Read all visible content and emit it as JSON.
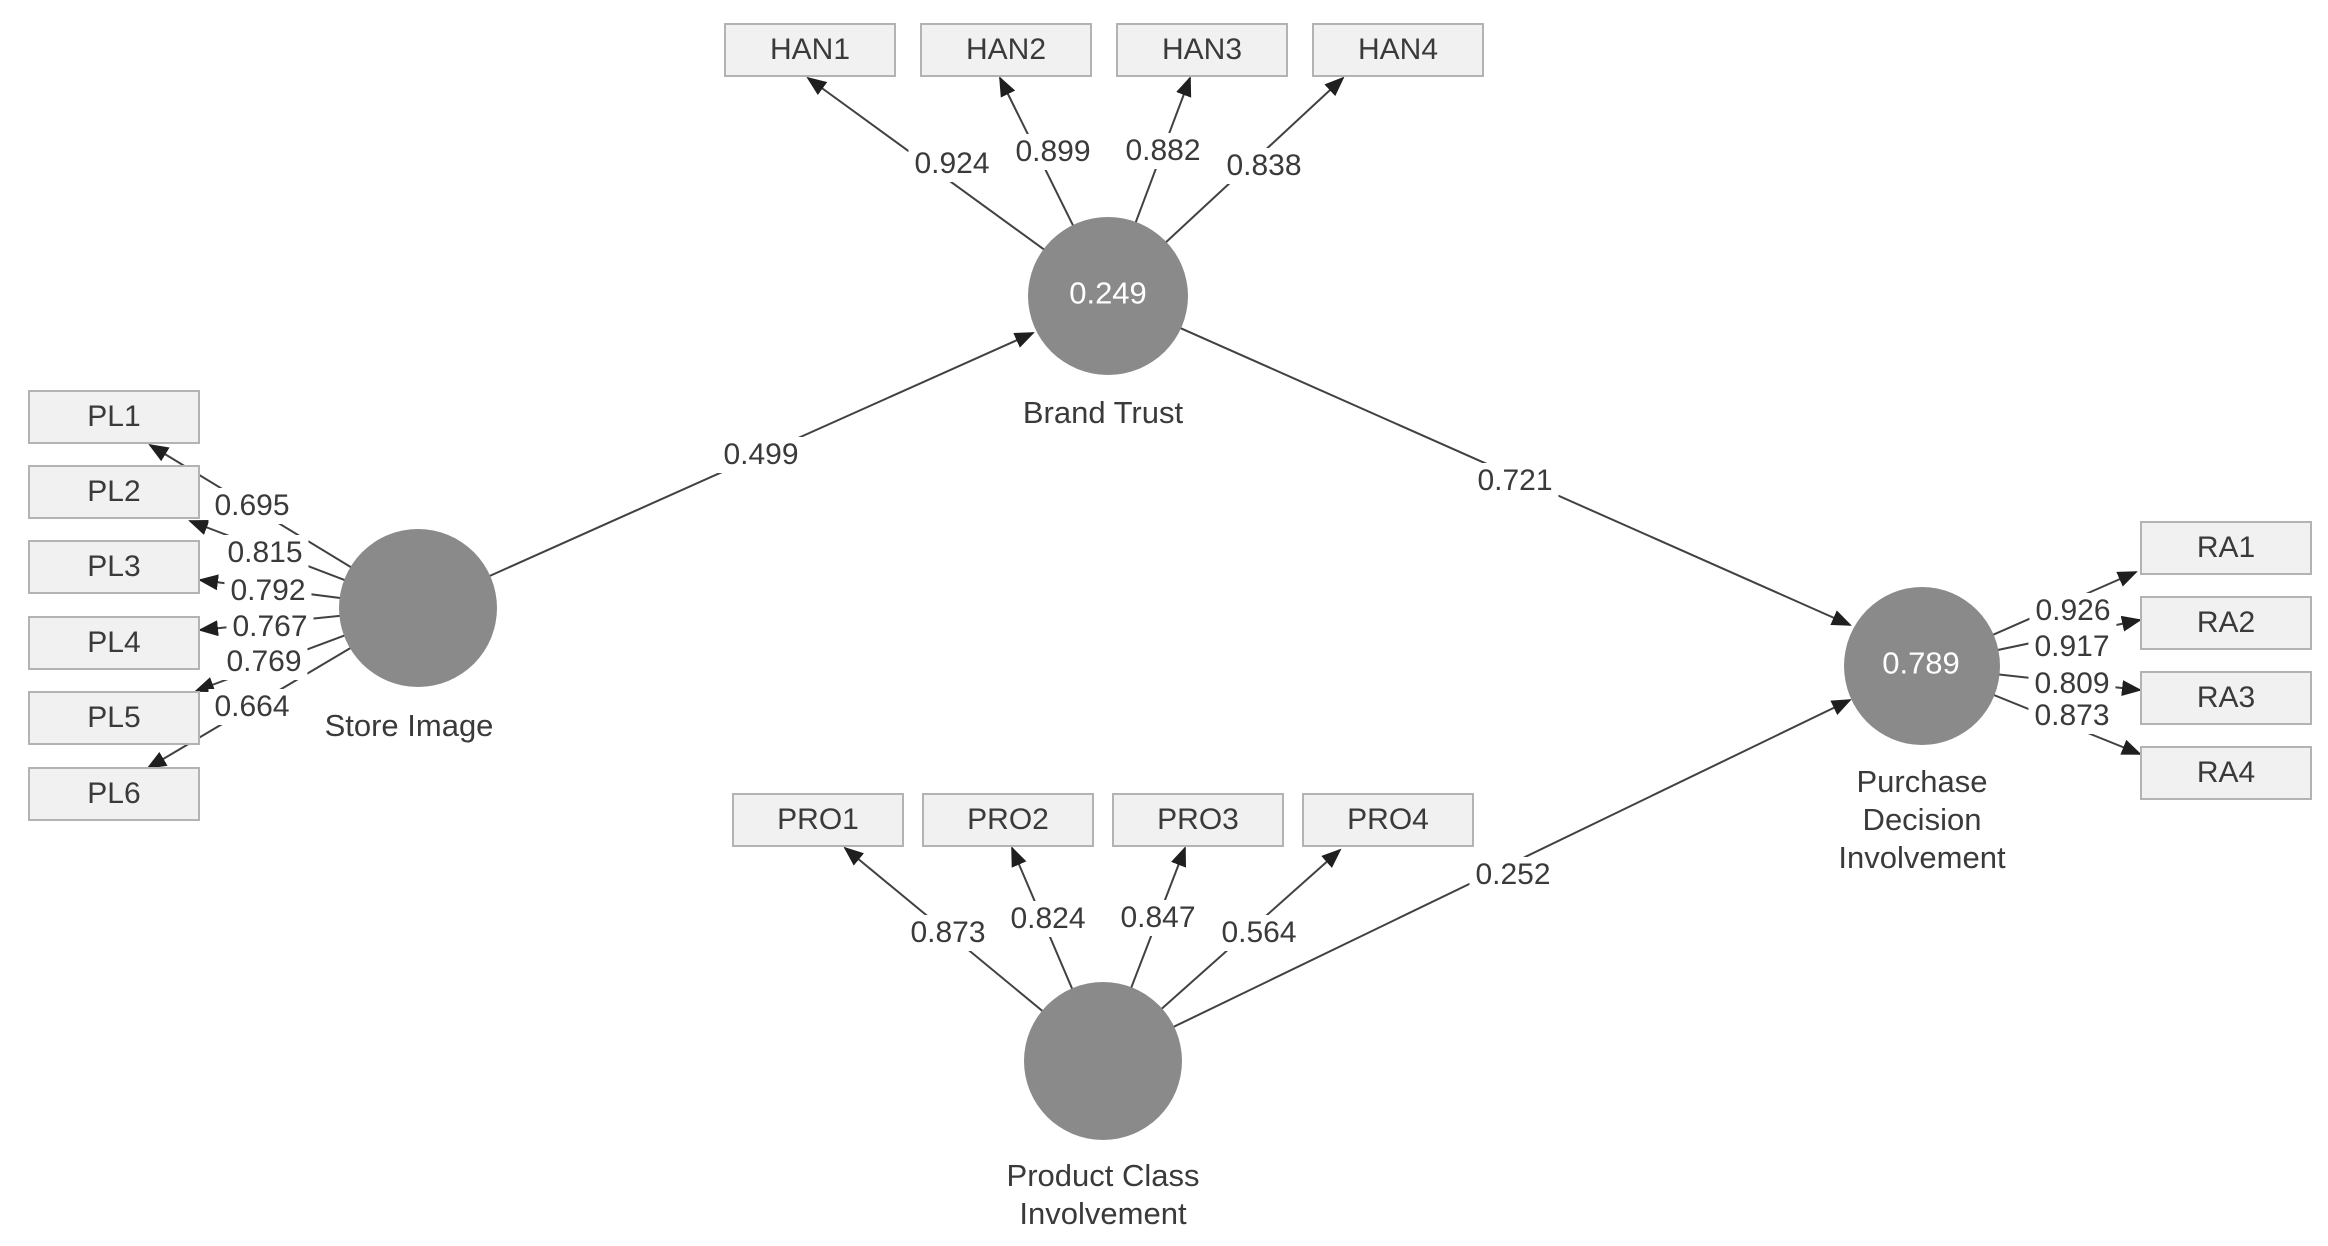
{
  "colors": {
    "node_fill": "#8a8a8a",
    "box_fill": "#f1f1f1",
    "box_border": "#b3b3b3",
    "line": "#414141",
    "arrow": "#1f1f1f",
    "text": "#3a3a3a",
    "value_text": "#ffffff",
    "bg": "#ffffff"
  },
  "constructs": [
    {
      "id": "store-image",
      "label": "Store Image",
      "label_lines": [
        "Store Image"
      ],
      "r_squared": null
    },
    {
      "id": "brand-trust",
      "label": "Brand Trust",
      "label_lines": [
        "Brand Trust"
      ],
      "r_squared": "0.249"
    },
    {
      "id": "product-class-involvement",
      "label": "Product Class Involvement",
      "label_lines": [
        "Product Class",
        "Involvement"
      ],
      "r_squared": null
    },
    {
      "id": "purchase-decision-involvement",
      "label": "Purchase Decision Involvement",
      "label_lines": [
        "Purchase",
        "Decision",
        "Involvement"
      ],
      "r_squared": "0.789"
    }
  ],
  "indicators": {
    "han": {
      "construct": "Brand Trust",
      "items": [
        {
          "label": "HAN1",
          "loading": "0.924"
        },
        {
          "label": "HAN2",
          "loading": "0.899"
        },
        {
          "label": "HAN3",
          "loading": "0.882"
        },
        {
          "label": "HAN4",
          "loading": "0.838"
        }
      ]
    },
    "pl": {
      "construct": "Store Image",
      "items": [
        {
          "label": "PL1",
          "loading": "0.695"
        },
        {
          "label": "PL2",
          "loading": "0.815"
        },
        {
          "label": "PL3",
          "loading": "0.792"
        },
        {
          "label": "PL4",
          "loading": "0.767"
        },
        {
          "label": "PL5",
          "loading": "0.769"
        },
        {
          "label": "PL6",
          "loading": "0.664"
        }
      ]
    },
    "pro": {
      "construct": "Product Class Involvement",
      "items": [
        {
          "label": "PRO1",
          "loading": "0.873"
        },
        {
          "label": "PRO2",
          "loading": "0.824"
        },
        {
          "label": "PRO3",
          "loading": "0.847"
        },
        {
          "label": "PRO4",
          "loading": "0.564"
        }
      ]
    },
    "ra": {
      "construct": "Purchase Decision Involvement",
      "items": [
        {
          "label": "RA1",
          "loading": "0.926"
        },
        {
          "label": "RA2",
          "loading": "0.917"
        },
        {
          "label": "RA3",
          "loading": "0.809"
        },
        {
          "label": "RA4",
          "loading": "0.873"
        }
      ]
    }
  },
  "paths": [
    {
      "from": "Store Image",
      "to": "Brand Trust",
      "coefficient": "0.499"
    },
    {
      "from": "Brand Trust",
      "to": "Purchase Decision Involvement",
      "coefficient": "0.721"
    },
    {
      "from": "Product Class Involvement",
      "to": "Purchase Decision Involvement",
      "coefficient": "0.252"
    }
  ]
}
